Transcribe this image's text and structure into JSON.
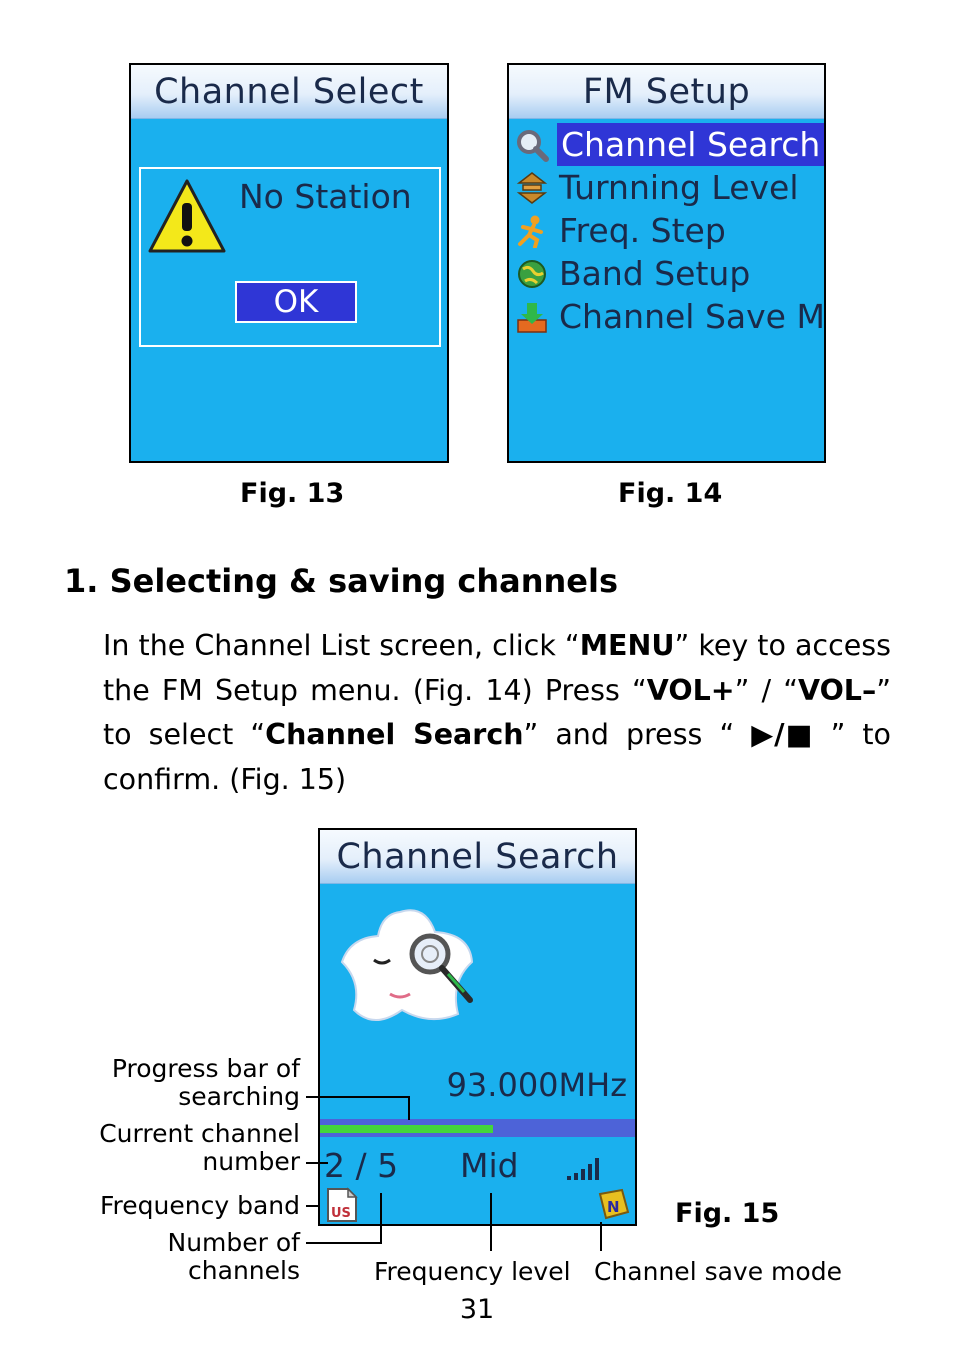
{
  "fig13": {
    "title": "Channel Select",
    "message": "No Station",
    "ok_label": "OK",
    "caption": "Fig. 13"
  },
  "fig14": {
    "title": "FM Setup",
    "items": [
      {
        "label": "Channel Search",
        "icon": "magnifier-icon",
        "selected": true
      },
      {
        "label": "Turnning Level",
        "icon": "level-icon"
      },
      {
        "label": "Freq. Step",
        "icon": "runner-icon"
      },
      {
        "label": "Band Setup",
        "icon": "globe-icon"
      },
      {
        "label": "Channel Save M",
        "icon": "save-icon"
      }
    ],
    "caption": "Fig. 14"
  },
  "section": {
    "heading": "1. Selecting & saving channels",
    "lines": [
      {
        "a": "In the Channel List screen, click “",
        "b": "MENU",
        "c": "” key to access"
      },
      {
        "a": "the FM Setup menu. (Fig. 14)  Press “",
        "b": "VOL+",
        "c": "” / “",
        "d": "VOL–",
        "e": "”"
      },
      {
        "a": "to select “",
        "b": "Channel Search",
        "c": "” and press “ ",
        "d": "▶/■",
        "e": " ” to"
      },
      {
        "a": "confirm. (Fig. 15)"
      }
    ]
  },
  "fig15": {
    "title": "Channel Search",
    "frequency": "93.000MHz",
    "progress": 0.55,
    "channel": "2 / 5",
    "level": "Mid",
    "band_badge": "US",
    "save_badge": "N",
    "caption": "Fig. 15",
    "labels": {
      "progress_bar": [
        "Progress bar of",
        "searching"
      ],
      "current_channel": [
        "Current channel",
        "number"
      ],
      "frequency_band": "Frequency band",
      "number_of_channels": [
        "Number of",
        "channels"
      ],
      "frequency_level": "Frequency level",
      "channel_save_mode": "Channel save mode"
    }
  },
  "page_number": "31"
}
